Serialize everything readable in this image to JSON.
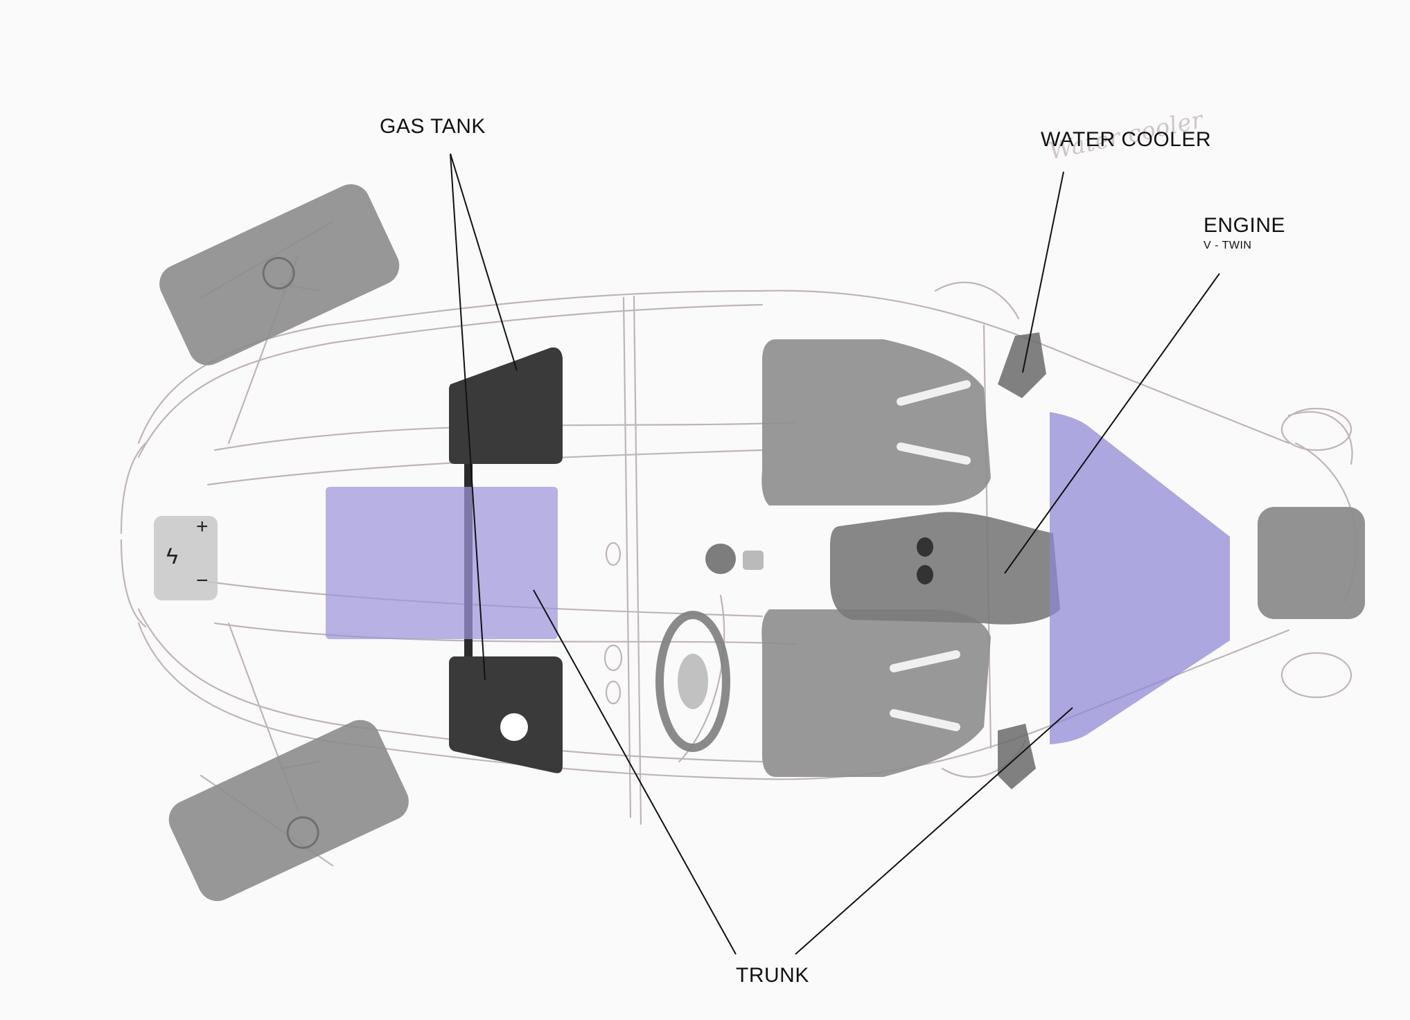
{
  "labels": {
    "gas_tank": "GAS TANK",
    "water_cooler": "WATER COOLER",
    "engine": "ENGINE",
    "engine_type": "V - TWIN",
    "trunk": "TRUNK",
    "handwritten_note": "Water cooler"
  },
  "battery": {
    "plus": "+",
    "minus": "−",
    "bolt": "ϟ"
  },
  "colors": {
    "sketch": "#b9adaf",
    "wheel": "#8c8c8c",
    "seat": "#8f8f8f",
    "gas_tank": "#3a3a3a",
    "trunk": "#9d96d9",
    "leader_line": "#111111"
  }
}
